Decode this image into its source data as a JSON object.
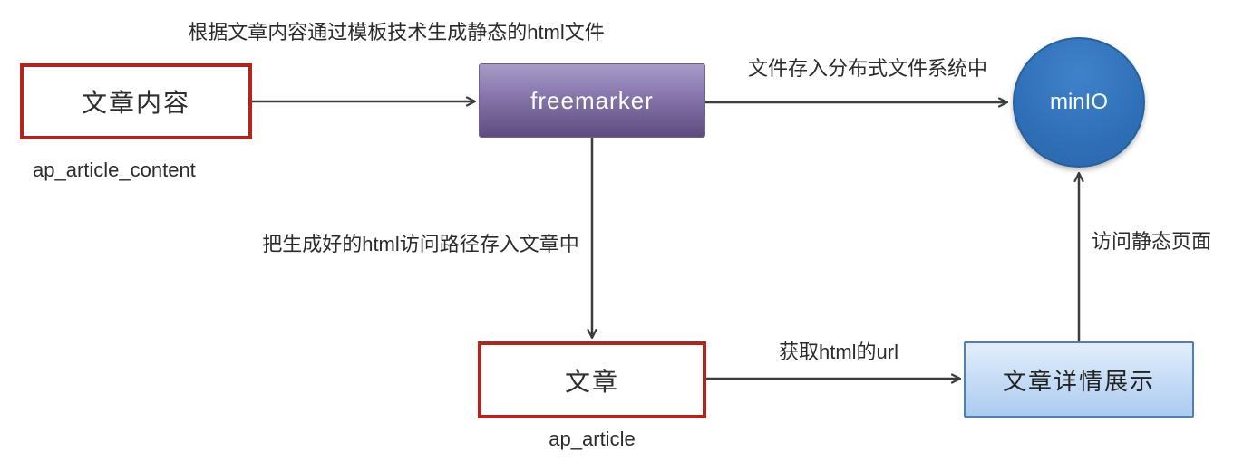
{
  "diagram": {
    "nodes": {
      "article_content": {
        "label": "文章内容",
        "table": "ap_article_content"
      },
      "freemarker": {
        "label": "freemarker"
      },
      "minio": {
        "label": "minIO"
      },
      "article": {
        "label": "文章",
        "table": "ap_article"
      },
      "article_detail": {
        "label": "文章详情展示"
      }
    },
    "edge_labels": {
      "generate": "根据文章内容通过模板技术生成静态的html文件",
      "store_file": "文件存入分布式文件系统中",
      "save_path": "把生成好的html访问路径存入文章中",
      "get_url": "获取html的url",
      "access_page": "访问静态页面"
    },
    "colors": {
      "entity_border_red": "#b2241c",
      "freemarker_gradient_top": "#a99bc7",
      "freemarker_gradient_bottom": "#5e4c7d",
      "minio_fill_blue": "#2f6fb7",
      "detail_fill_top": "#e3eefb",
      "detail_fill_bottom": "#abcbf0",
      "detail_border_blue": "#4b7fc1",
      "arrow_gray": "#3d3d3d"
    }
  }
}
